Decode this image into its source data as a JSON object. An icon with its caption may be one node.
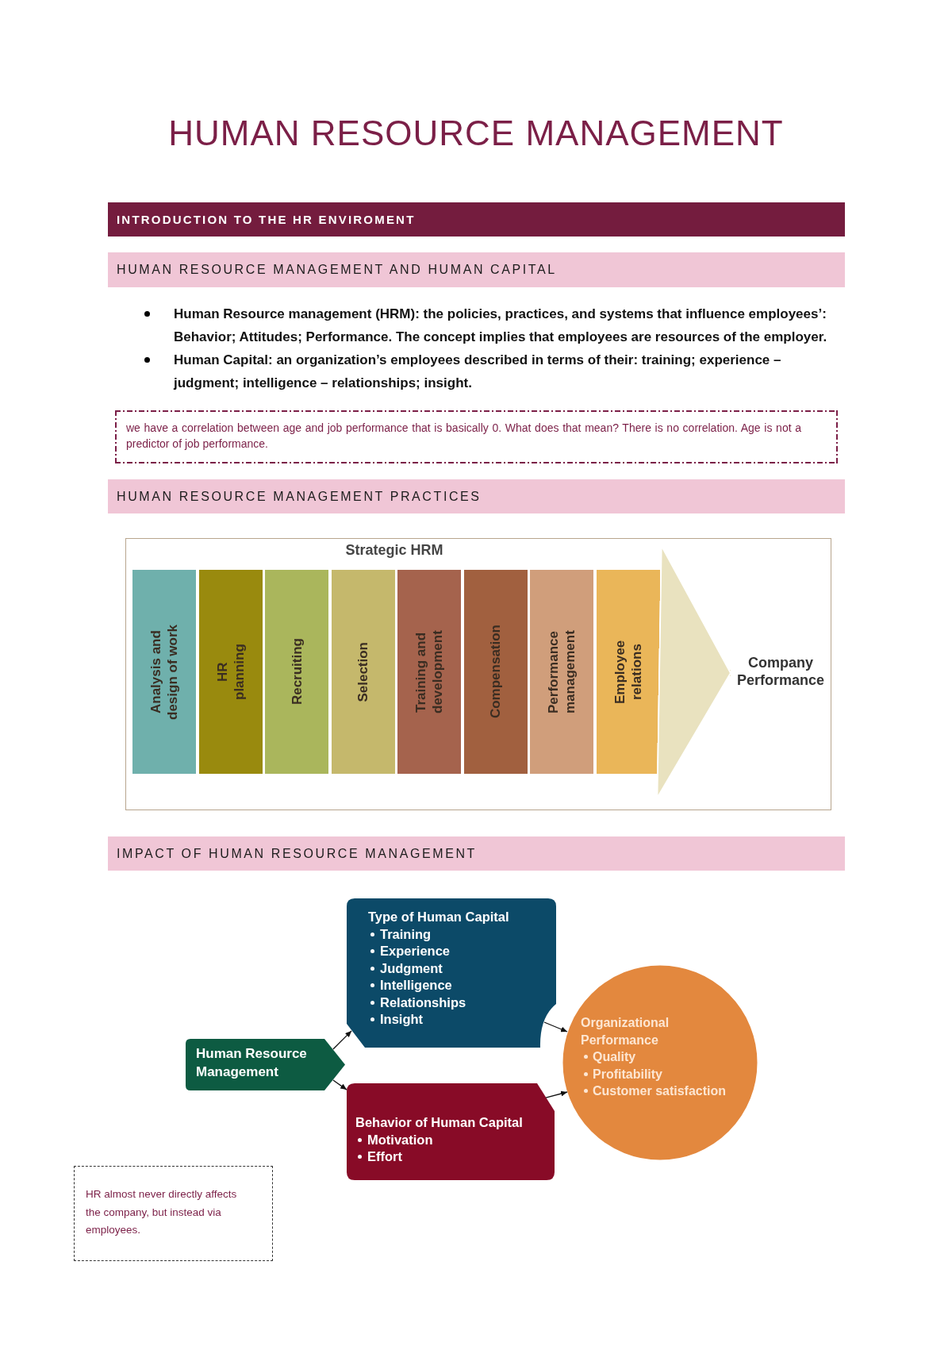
{
  "diagram": {
    "title": "HUMAN RESOURCE MANAGEMENT",
    "nodes": [
      {
        "text": [
          "INTRODUCTION TO THE HR ENVIROMENT"
        ]
      },
      {
        "text": [
          "HUMAN RESOURCE MANAGEMENT AND HUMAN CAPITAL"
        ]
      },
      {
        "text": [
          "we have a correlation between age and job performance that is basically 0. What does that mean? There is no correlation. Age is not a predictor of job performance."
        ]
      },
      {
        "text": [
          "HUMAN RESOURCE MANAGEMENT PRACTICES"
        ]
      },
      {
        "text": [
          "Strategic HRM"
        ]
      },
      {
        "text": [
          "Analysis and design of work"
        ],
        "in": 4
      },
      {
        "text": [
          "HR planning"
        ],
        "in": 4
      },
      {
        "text": [
          "Recruiting"
        ],
        "in": 4
      },
      {
        "text": [
          "Selection"
        ],
        "in": 4
      },
      {
        "text": [
          "Training and development"
        ],
        "in": 4
      },
      {
        "text": [
          "Compensation"
        ],
        "in": 4
      },
      {
        "text": [
          "Performance management"
        ],
        "in": 4
      },
      {
        "text": [
          "Employee relations"
        ],
        "in": 4
      },
      {
        "text": [
          "Company Performance"
        ],
        "in": 4
      },
      {
        "text": [
          "IMPACT OF HUMAN RESOURCE MANAGEMENT"
        ]
      },
      {
        "text": [
          "Human Resource Management"
        ]
      },
      {
        "text": [
          "Type of Human Capital",
          "Training",
          "Experience",
          "Judgment",
          "Intelligence",
          "Relationships",
          "Insight"
        ]
      },
      {
        "text": [
          "Behavior of Human Capital",
          "Motivation",
          "Effort"
        ]
      },
      {
        "text": [
          "Organizational Performance",
          "Quality",
          "Profitability",
          "Customer satisfaction"
        ]
      },
      {
        "text": [
          "HR almost never directly affects the company, but instead via employees."
        ]
      }
    ],
    "edges": [
      {
        "from": 12,
        "to": 13,
        "arrow": "to",
        "style": "thick",
        "color": "#e9e2bf"
      },
      {
        "from": 15,
        "to": 16,
        "arrow": "to"
      },
      {
        "from": 15,
        "to": 17,
        "arrow": "to"
      },
      {
        "from": 16,
        "to": 18,
        "arrow": "to"
      },
      {
        "from": 17,
        "to": 18,
        "arrow": "to"
      }
    ],
    "labels": [
      "Human Resource management (HRM): the policies, practices, and systems that influence employees’: Behavior; Attitudes; Performance. The concept implies that employees are resources of the employer.",
      "Human Capital: an organization’s employees described in terms of their: training; experience – judgment; intelligence – relationships; insight."
    ]
  }
}
